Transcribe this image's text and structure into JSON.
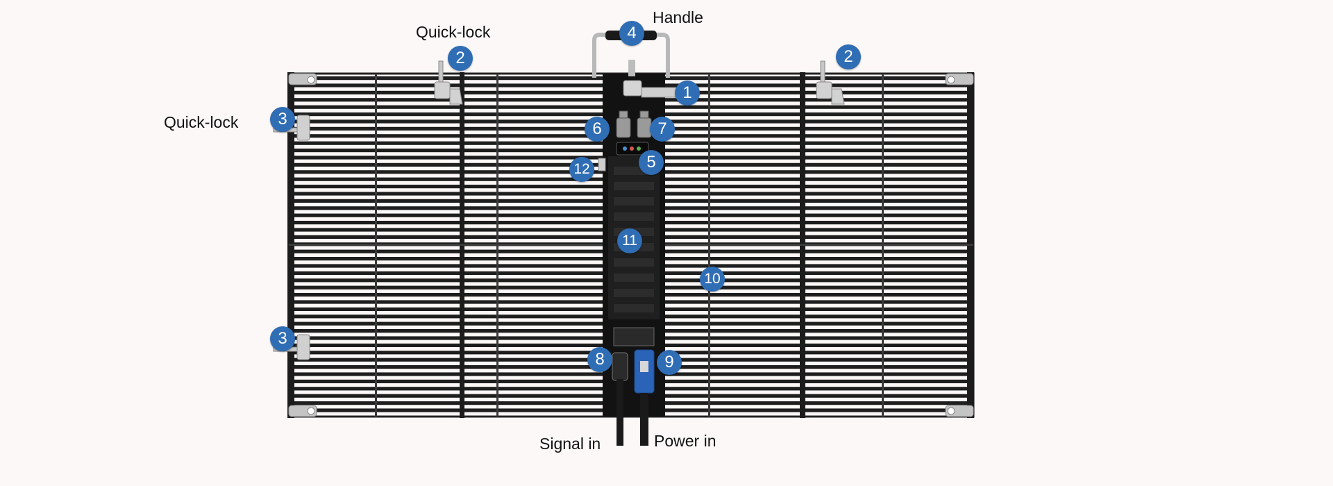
{
  "labels": {
    "handle": "Handle",
    "quick_lock_top": "Quick-lock",
    "quick_lock_side": "Quick-lock",
    "signal_in": "Signal in",
    "power_in": "Power in"
  },
  "callouts": [
    "1",
    "2",
    "2",
    "3",
    "3",
    "4",
    "5",
    "6",
    "7",
    "8",
    "9",
    "10",
    "11",
    "12"
  ],
  "colors": {
    "background": "#fdf8f8",
    "callout_fill": "#2f6db4",
    "callout_text": "#ffffff",
    "frame": "#1b1b1b",
    "bracket": "#c9c9c9",
    "power_connector": "#2a63b8"
  }
}
